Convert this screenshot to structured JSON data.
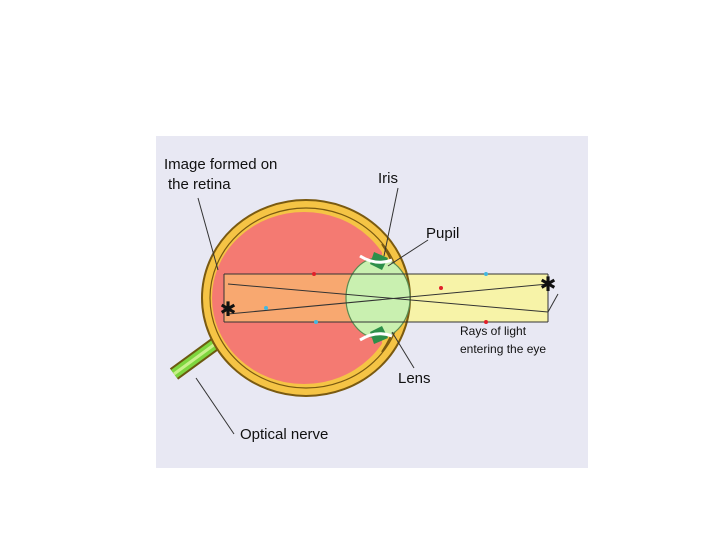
{
  "diagram": {
    "labels": {
      "image_formed": [
        "Image formed on",
        "the retina"
      ],
      "iris": "Iris",
      "pupil": "Pupil",
      "rays": [
        "Rays of light",
        "entering the eye"
      ],
      "lens": "Lens",
      "optical_nerve": "Optical nerve"
    },
    "colors": {
      "background": "#e8e8f3",
      "eyeball": "#f47a72",
      "sclera": "#f5c445",
      "sclera_outline": "#7a5a10",
      "lens": "#c9f0b0",
      "light_beam": "#f7f3a8",
      "nerve": "#7ed63f",
      "iris": "#2d8f4a",
      "ray_marker_red": "#e0202a",
      "ray_marker_blue": "#43b7e0"
    }
  }
}
